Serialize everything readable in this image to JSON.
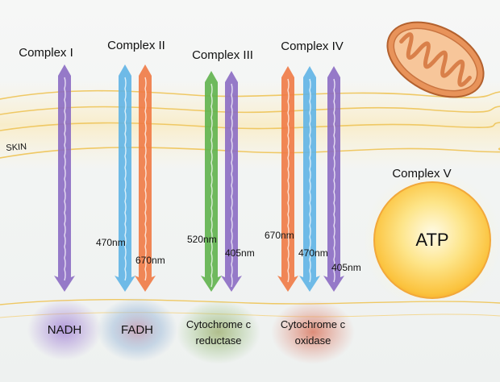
{
  "complexes": [
    {
      "label": "Complex I"
    },
    {
      "label": "Complex II"
    },
    {
      "label": "Complex III"
    },
    {
      "label": "Complex IV"
    },
    {
      "label": "Complex V"
    }
  ],
  "skin_label": "SKIN",
  "atp_label": "ATP",
  "wavelengths": [
    {
      "label": "470nm",
      "color": "#5fb4e6"
    },
    {
      "label": "670nm",
      "color": "#f07a45"
    },
    {
      "label": "520nm",
      "color": "#5fb34c"
    },
    {
      "label": "405nm",
      "color": "#8b6cc3"
    },
    {
      "label": "670nm",
      "color": "#f07a45"
    },
    {
      "label": "470nm",
      "color": "#5fb4e6"
    },
    {
      "label": "405nm",
      "color": "#8b6cc3"
    }
  ],
  "substrates": [
    {
      "line1": "NADH",
      "line2": ""
    },
    {
      "line1": "FADH",
      "line2": ""
    },
    {
      "line1": "Cytochrome c",
      "line2": "reductase"
    },
    {
      "line1": "Cytochrome c",
      "line2": "oxidase"
    }
  ],
  "colors": {
    "violet": "#8b6cc3",
    "blue": "#5fb4e6",
    "orange": "#f07a45",
    "green": "#5fb34c",
    "skin_line": "#efc864",
    "atp_core": "#fbc33e",
    "mitochondrion": "#e8935a"
  }
}
